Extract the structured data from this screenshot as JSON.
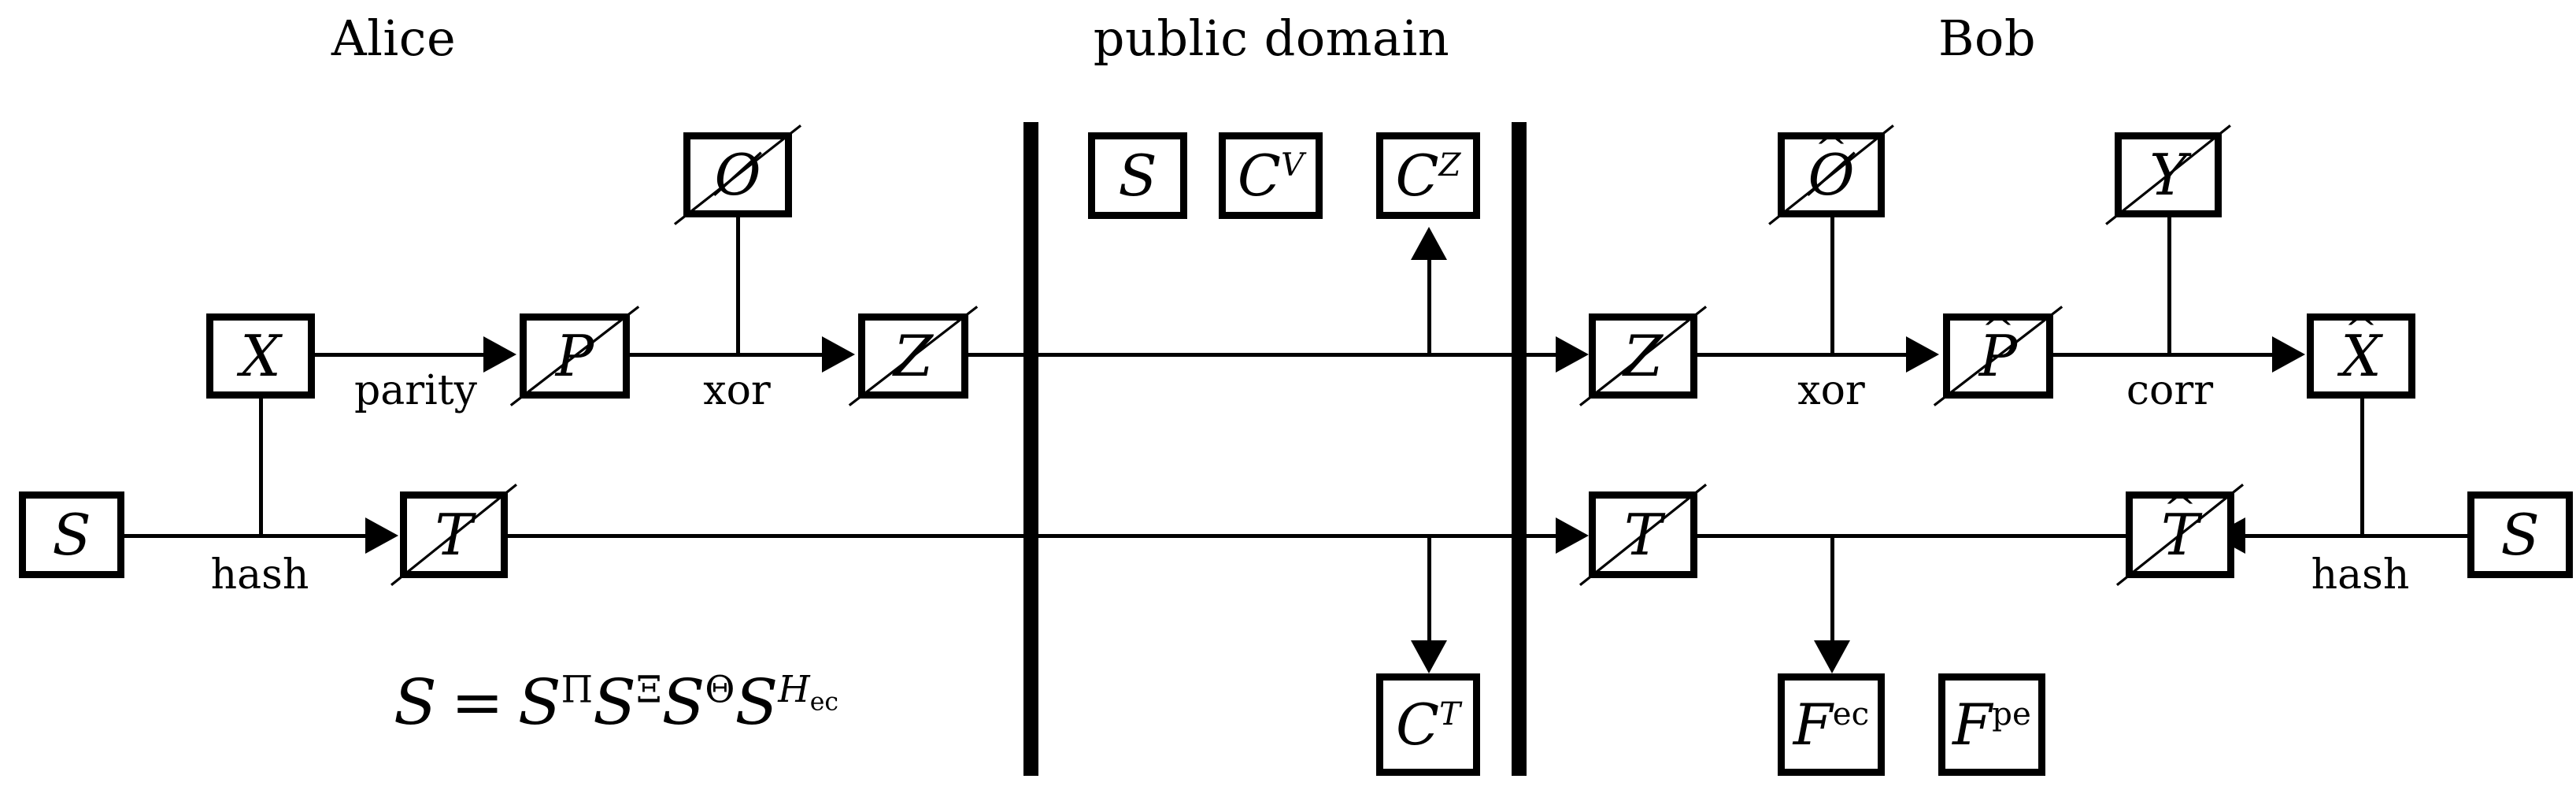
{
  "diagram": {
    "title_bar_color": "#000000",
    "background": "#ffffff",
    "headings": [
      {
        "id": "alice",
        "label": "Alice"
      },
      {
        "id": "public-domain",
        "label": "public domain"
      },
      {
        "id": "bob",
        "label": "Bob"
      }
    ],
    "alice": {
      "boxes": [
        {
          "id": "alice-x",
          "label": "X",
          "struck": false,
          "hat": false
        },
        {
          "id": "alice-p",
          "label": "P",
          "struck": true,
          "hat": false
        },
        {
          "id": "alice-z",
          "label": "Z",
          "struck": true,
          "hat": false
        },
        {
          "id": "alice-phi",
          "label": "Ø",
          "struck": true,
          "hat": false
        },
        {
          "id": "alice-s",
          "label": "S",
          "struck": false,
          "hat": false
        },
        {
          "id": "alice-t",
          "label": "T",
          "struck": true,
          "hat": false
        }
      ],
      "edge_labels": [
        {
          "id": "parity",
          "label": "parity"
        },
        {
          "id": "xor",
          "label": "xor"
        },
        {
          "id": "hash",
          "label": "hash"
        }
      ],
      "formula": {
        "lhs": "S",
        "equals": "=",
        "terms": [
          {
            "base": "S",
            "sup": "Π"
          },
          {
            "base": "S",
            "sup": "Ξ"
          },
          {
            "base": "S",
            "sup": "Θ"
          },
          {
            "base": "S",
            "sup": "H",
            "sup_sub": "ec"
          }
        ]
      }
    },
    "public_domain": {
      "boxes": [
        {
          "id": "pub-s",
          "label": "S",
          "sup": "",
          "struck": false
        },
        {
          "id": "pub-cv",
          "label": "C",
          "sup": "V",
          "struck": false
        },
        {
          "id": "pub-cz",
          "label": "C",
          "sup": "Z",
          "struck": false
        },
        {
          "id": "pub-ct",
          "label": "C",
          "sup": "T",
          "struck": false
        }
      ]
    },
    "bob": {
      "boxes": [
        {
          "id": "bob-z",
          "label": "Z",
          "struck": true,
          "hat": false
        },
        {
          "id": "bob-phi",
          "label": "Ø",
          "struck": true,
          "hat": true
        },
        {
          "id": "bob-p",
          "label": "P",
          "struck": true,
          "hat": true
        },
        {
          "id": "bob-y",
          "label": "Y",
          "struck": true,
          "hat": false
        },
        {
          "id": "bob-x",
          "label": "X",
          "struck": false,
          "hat": true
        },
        {
          "id": "bob-t",
          "label": "T",
          "struck": true,
          "hat": false
        },
        {
          "id": "bob-that",
          "label": "T",
          "struck": true,
          "hat": true
        },
        {
          "id": "bob-s",
          "label": "S",
          "struck": false,
          "hat": false
        },
        {
          "id": "bob-fec",
          "label": "F",
          "sup": "ec",
          "struck": false
        },
        {
          "id": "bob-fpe",
          "label": "F",
          "sup": "pe",
          "struck": false
        }
      ],
      "edge_labels": [
        {
          "id": "xor",
          "label": "xor"
        },
        {
          "id": "corr",
          "label": "corr"
        },
        {
          "id": "hash",
          "label": "hash"
        }
      ]
    }
  }
}
